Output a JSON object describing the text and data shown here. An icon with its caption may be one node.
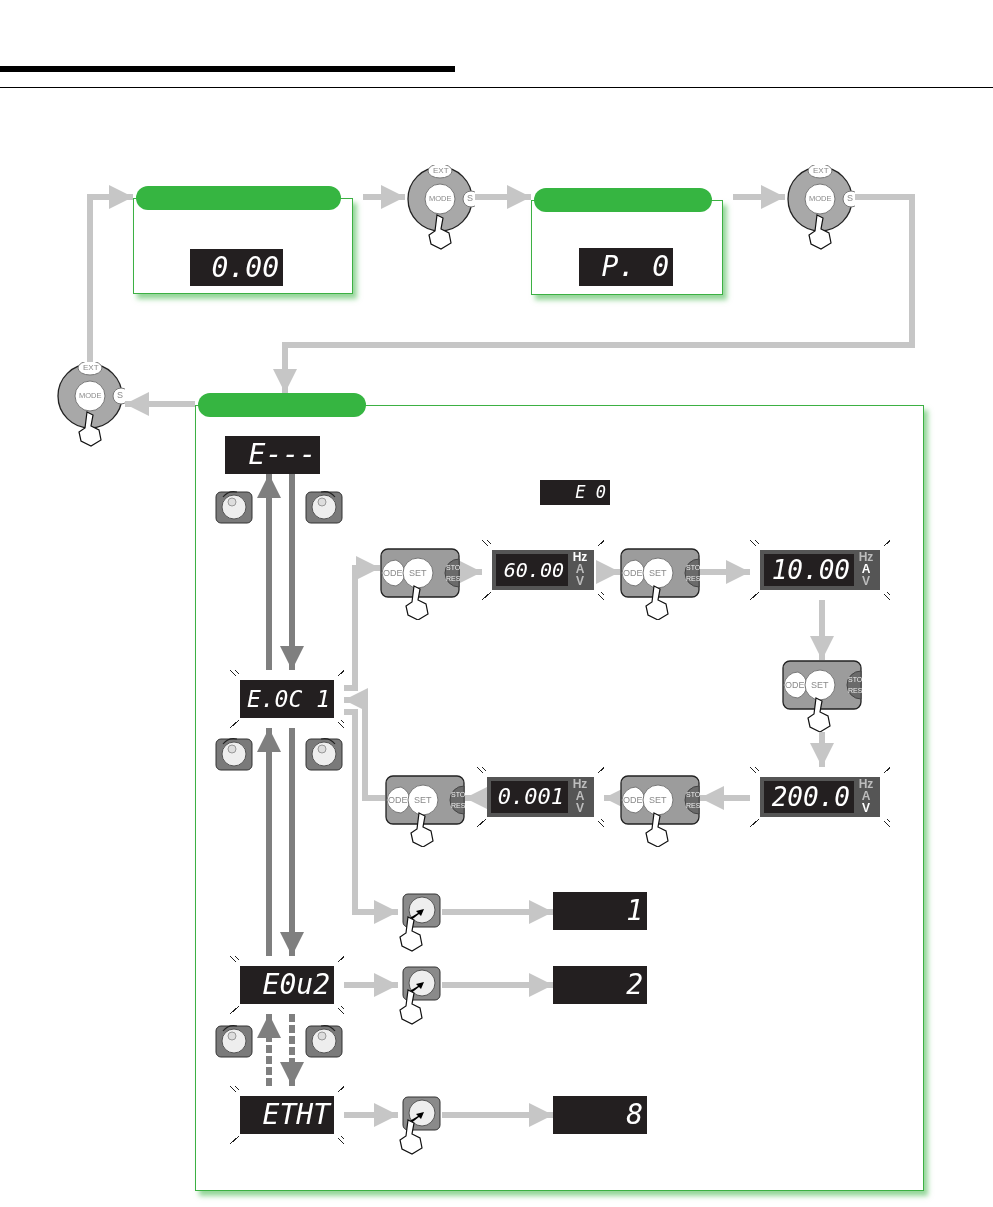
{
  "diagram": {
    "nodes": [
      {
        "text": [],
        "shape": "box"
      },
      {
        "text": [
          "0.00"
        ],
        "in": 0
      },
      {
        "text": [
          "EXT",
          "MODE",
          "S"
        ]
      },
      {
        "text": [],
        "shape": "box"
      },
      {
        "text": [
          "P. 0"
        ],
        "in": 3
      },
      {
        "text": [
          "EXT",
          "MODE",
          "S"
        ]
      },
      {
        "text": [],
        "shape": "box"
      },
      {
        "text": [
          "E---"
        ],
        "in": 6
      },
      {
        "text": [
          "E 0"
        ],
        "in": 6
      },
      {
        "text": [
          "ODE",
          "SET",
          "STO",
          "RES"
        ],
        "in": 6
      },
      {
        "text": [
          "60.00",
          "Hz",
          "A",
          "V"
        ],
        "in": 6
      },
      {
        "text": [
          "ODE",
          "SET",
          "STO",
          "RES"
        ],
        "in": 6
      },
      {
        "text": [
          "10.00",
          "Hz",
          "A",
          "V"
        ],
        "in": 6
      },
      {
        "text": [
          "ODE",
          "SET",
          "STO",
          "RES"
        ],
        "in": 6
      },
      {
        "text": [
          "E.0C 1"
        ],
        "in": 6
      },
      {
        "text": [
          "200.0",
          "Hz",
          "A",
          "V"
        ],
        "in": 6
      },
      {
        "text": [
          "0.001",
          "Hz",
          "A",
          "V"
        ],
        "in": 6
      },
      {
        "text": [
          "ODE",
          "SET",
          "STO",
          "RES"
        ],
        "in": 6
      },
      {
        "text": [
          "ODE",
          "SET",
          "STO",
          "RES"
        ],
        "in": 6
      },
      {
        "text": [],
        "shape": "button",
        "in": 6
      },
      {
        "text": [
          "1"
        ],
        "in": 6
      },
      {
        "text": [
          "E0u2"
        ],
        "in": 6
      },
      {
        "text": [],
        "shape": "button",
        "in": 6
      },
      {
        "text": [
          "2"
        ],
        "in": 6
      },
      {
        "text": [
          "ETHT"
        ],
        "in": 6
      },
      {
        "text": [],
        "shape": "button",
        "in": 6
      },
      {
        "text": [
          "8"
        ],
        "in": 6
      },
      {
        "text": [
          "EXT",
          "MODE",
          "S"
        ]
      }
    ],
    "edges": [
      {
        "from": 27,
        "to": 0,
        "arrow": "to"
      },
      {
        "from": 0,
        "to": 2,
        "arrow": "to"
      },
      {
        "from": 2,
        "to": 3,
        "arrow": "to"
      },
      {
        "from": 3,
        "to": 5,
        "arrow": "to"
      },
      {
        "from": 5,
        "to": 6,
        "arrow": "to"
      },
      {
        "from": 6,
        "to": 27,
        "arrow": "to"
      },
      {
        "from": 7,
        "to": 14,
        "arrow": "to",
        "color": "#7f7f7f"
      },
      {
        "from": 14,
        "to": 7,
        "arrow": "to",
        "color": "#7f7f7f"
      },
      {
        "from": 14,
        "to": 21,
        "arrow": "to",
        "color": "#7f7f7f"
      },
      {
        "from": 21,
        "to": 14,
        "arrow": "to",
        "color": "#7f7f7f"
      },
      {
        "from": 21,
        "to": 24,
        "arrow": "to",
        "style": "dashed",
        "color": "#7f7f7f"
      },
      {
        "from": 24,
        "to": 21,
        "arrow": "to",
        "style": "dashed",
        "color": "#7f7f7f"
      },
      {
        "from": 14,
        "to": 9,
        "arrow": "to"
      },
      {
        "from": 9,
        "to": 10,
        "arrow": "to"
      },
      {
        "from": 10,
        "to": 11,
        "arrow": "to"
      },
      {
        "from": 11,
        "to": 12,
        "arrow": "to"
      },
      {
        "from": 12,
        "to": 13,
        "arrow": "to"
      },
      {
        "from": 13,
        "to": 15,
        "arrow": "to"
      },
      {
        "from": 15,
        "to": 17,
        "arrow": "to"
      },
      {
        "from": 17,
        "to": 16,
        "arrow": "to"
      },
      {
        "from": 16,
        "to": 18,
        "arrow": "to"
      },
      {
        "from": 18,
        "to": 14,
        "arrow": "to"
      },
      {
        "from": 14,
        "to": 19,
        "arrow": "to"
      },
      {
        "from": 19,
        "to": 20,
        "arrow": "to"
      },
      {
        "from": 21,
        "to": 22,
        "arrow": "to"
      },
      {
        "from": 22,
        "to": 23,
        "arrow": "to"
      },
      {
        "from": 24,
        "to": 25,
        "arrow": "to"
      },
      {
        "from": 25,
        "to": 26,
        "arrow": "to"
      }
    ]
  }
}
